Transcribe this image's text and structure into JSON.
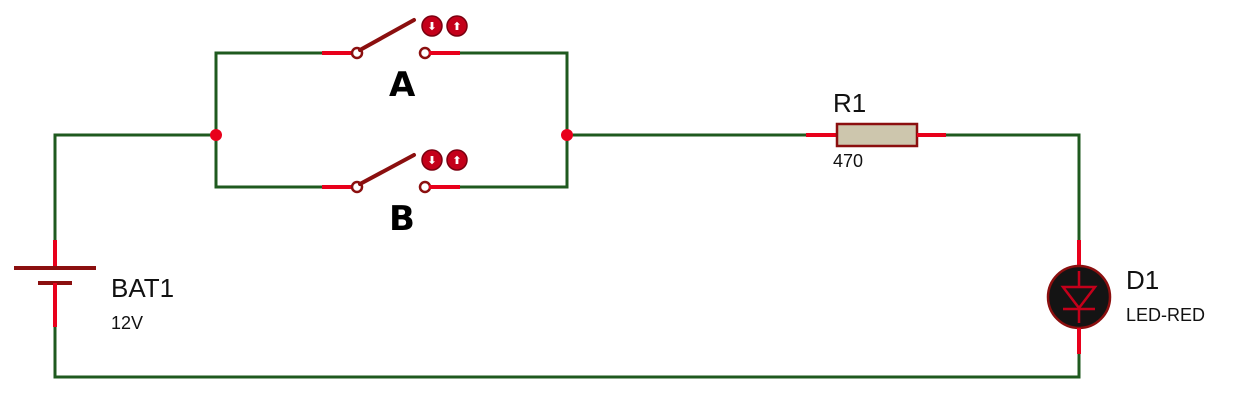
{
  "colors": {
    "wire": "#1f5a1f",
    "pin": "#e8001b",
    "junction": "#e8001b",
    "switch_lever": "#8b0f0f",
    "resistor_body": "#cdc6ad",
    "resistor_outline": "#8b0f0f",
    "led_body": "#141414",
    "led_outline": "#8b0f0f",
    "control_button": "#c4001a"
  },
  "components": {
    "switch_a": {
      "label": "A",
      "controls": [
        {
          "icon": "arrow-down-icon",
          "glyph": "⬇"
        },
        {
          "icon": "arrow-up-icon",
          "glyph": "⬆"
        }
      ]
    },
    "switch_b": {
      "label": "B",
      "controls": [
        {
          "icon": "arrow-down-icon",
          "glyph": "⬇"
        },
        {
          "icon": "arrow-up-icon",
          "glyph": "⬆"
        }
      ]
    },
    "resistor": {
      "ref": "R1",
      "value": "470"
    },
    "battery": {
      "ref": "BAT1",
      "value": "12V"
    },
    "led": {
      "ref": "D1",
      "value": "LED-RED"
    }
  }
}
